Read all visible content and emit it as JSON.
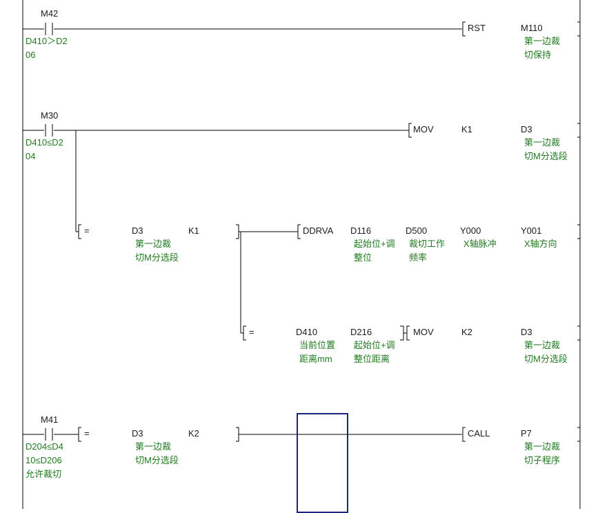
{
  "rungs": [
    {
      "contact": {
        "device": "M42",
        "comment": [
          "D410＞D2",
          "06"
        ]
      },
      "coil": {
        "instruction": "RST",
        "operand": "M110",
        "comment": [
          "第一边裁",
          "切保持"
        ]
      }
    },
    {
      "contact": {
        "device": "M30",
        "comment": [
          "D410≤D2",
          "04"
        ]
      },
      "coil": {
        "instruction": "MOV",
        "source": "K1",
        "dest": "D3",
        "comment": [
          "第一边裁",
          "切M分选段"
        ]
      },
      "branch1": {
        "compare": {
          "op": "=",
          "a": "D3",
          "a_comment": [
            "第一边裁",
            "切M分选段"
          ],
          "b": "K1"
        },
        "instruction": {
          "name": "DDRVA",
          "op1": "D116",
          "op1_comment": [
            "起始位+调",
            "整位"
          ],
          "op2": "D500",
          "op2_comment": [
            "裁切工作",
            "频率"
          ],
          "op3": "Y000",
          "op3_comment": [
            "X轴脉冲"
          ],
          "op4": "Y001",
          "op4_comment": [
            "X轴方向"
          ]
        }
      },
      "branch2": {
        "compare": {
          "op": "=",
          "a": "D410",
          "a_comment": [
            "当前位置",
            "距离mm"
          ],
          "b": "D216",
          "b_comment": [
            "起始位+调",
            "整位距离"
          ]
        },
        "instruction": {
          "name": "MOV",
          "source": "K2",
          "dest": "D3",
          "dest_comment": [
            "第一边裁",
            "切M分选段"
          ]
        }
      }
    },
    {
      "contact": {
        "device": "M41",
        "comment": [
          "D204≤D4",
          "10≤D206",
          "允许裁切"
        ]
      },
      "compare": {
        "op": "=",
        "a": "D3",
        "a_comment": [
          "第一边裁",
          "切M分选段"
        ],
        "b": "K2"
      },
      "coil": {
        "instruction": "CALL",
        "operand": "P7",
        "comment": [
          "第一边裁",
          "切子程序"
        ]
      }
    }
  ],
  "colors": {
    "line": "#000000",
    "text": "#1a1a1a",
    "comment": "#1f7a1f",
    "highlight": "#1a237e"
  }
}
